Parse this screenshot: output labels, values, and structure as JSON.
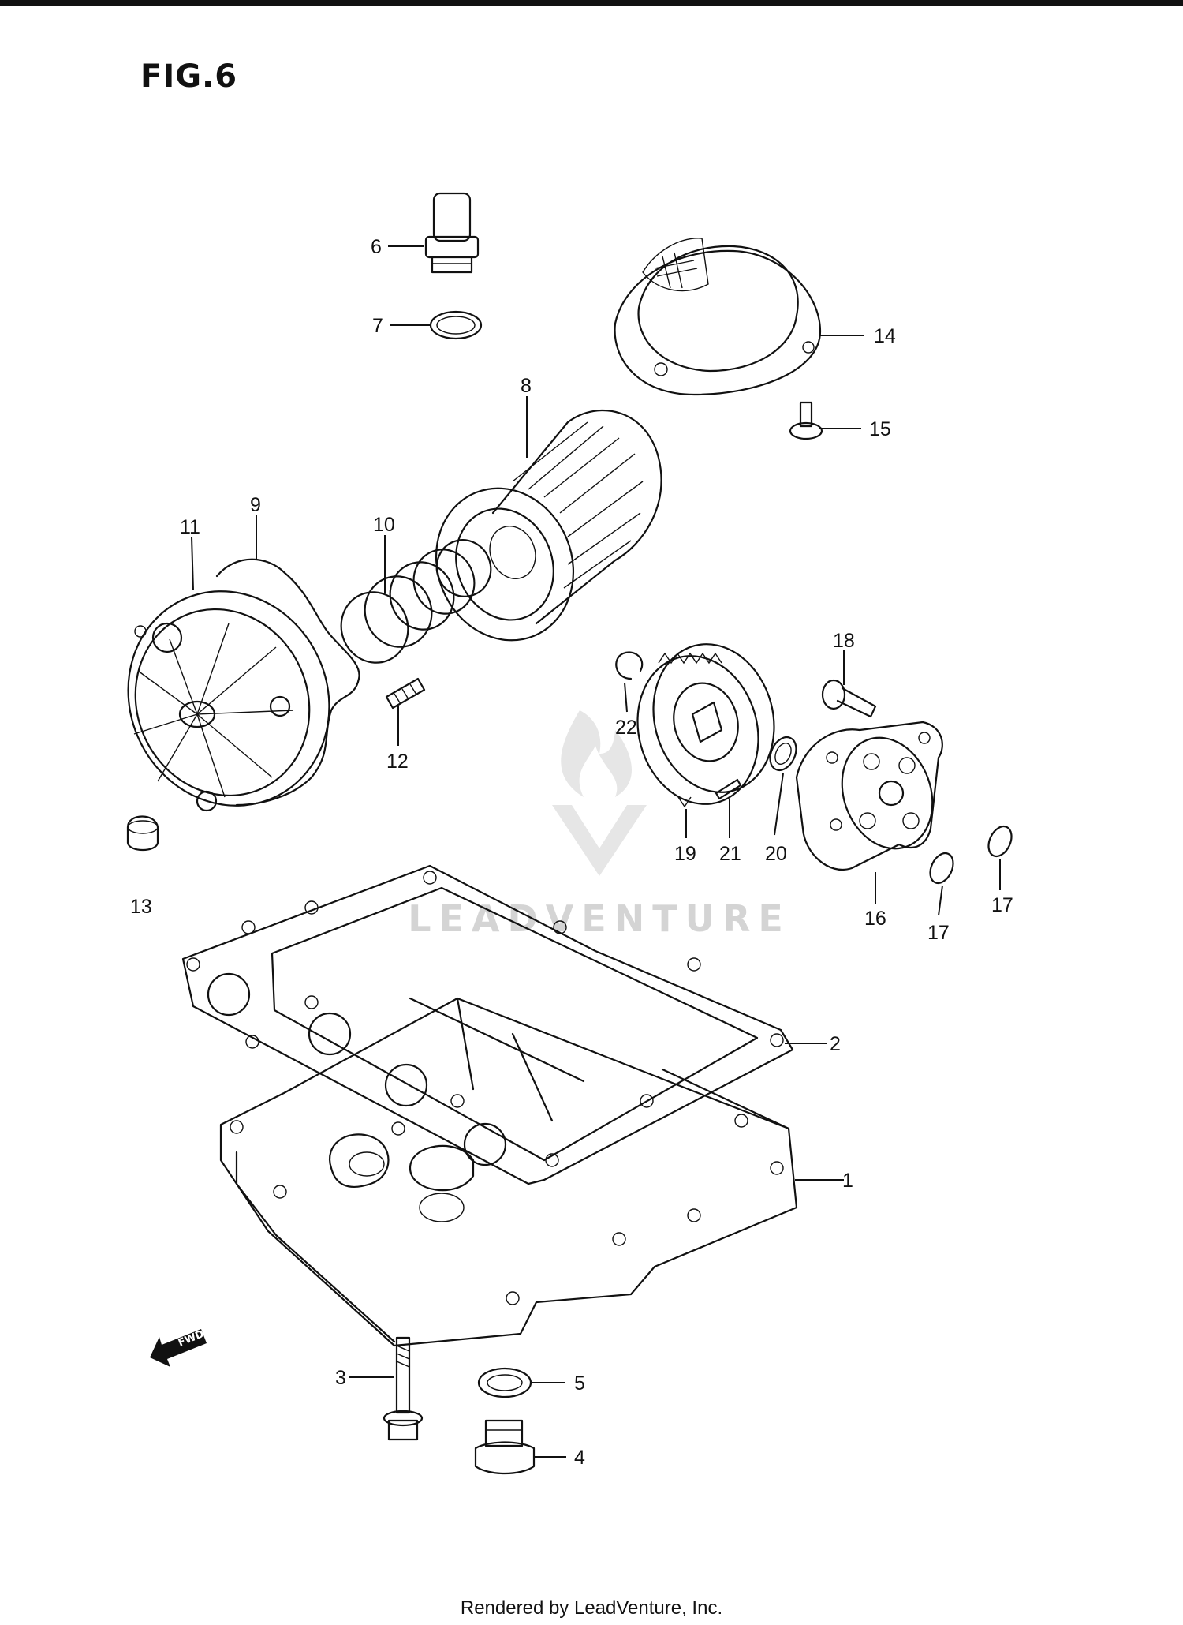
{
  "figure_title": "FIG.6",
  "watermark_text": "LEADVENTURE",
  "fwd_label": "FWD",
  "footer_text": "Rendered by LeadVenture, Inc.",
  "callouts": [
    {
      "id": "1",
      "label": "1"
    },
    {
      "id": "2",
      "label": "2"
    },
    {
      "id": "3",
      "label": "3"
    },
    {
      "id": "4",
      "label": "4"
    },
    {
      "id": "5",
      "label": "5"
    },
    {
      "id": "6",
      "label": "6"
    },
    {
      "id": "7",
      "label": "7"
    },
    {
      "id": "8",
      "label": "8"
    },
    {
      "id": "9",
      "label": "9"
    },
    {
      "id": "10",
      "label": "10"
    },
    {
      "id": "11",
      "label": "11"
    },
    {
      "id": "12",
      "label": "12"
    },
    {
      "id": "13",
      "label": "13"
    },
    {
      "id": "14",
      "label": "14"
    },
    {
      "id": "15",
      "label": "15"
    },
    {
      "id": "16",
      "label": "16"
    },
    {
      "id": "17a",
      "label": "17"
    },
    {
      "id": "17b",
      "label": "17"
    },
    {
      "id": "18",
      "label": "18"
    },
    {
      "id": "19",
      "label": "19"
    },
    {
      "id": "20",
      "label": "20"
    },
    {
      "id": "21",
      "label": "21"
    },
    {
      "id": "22",
      "label": "22"
    }
  ]
}
